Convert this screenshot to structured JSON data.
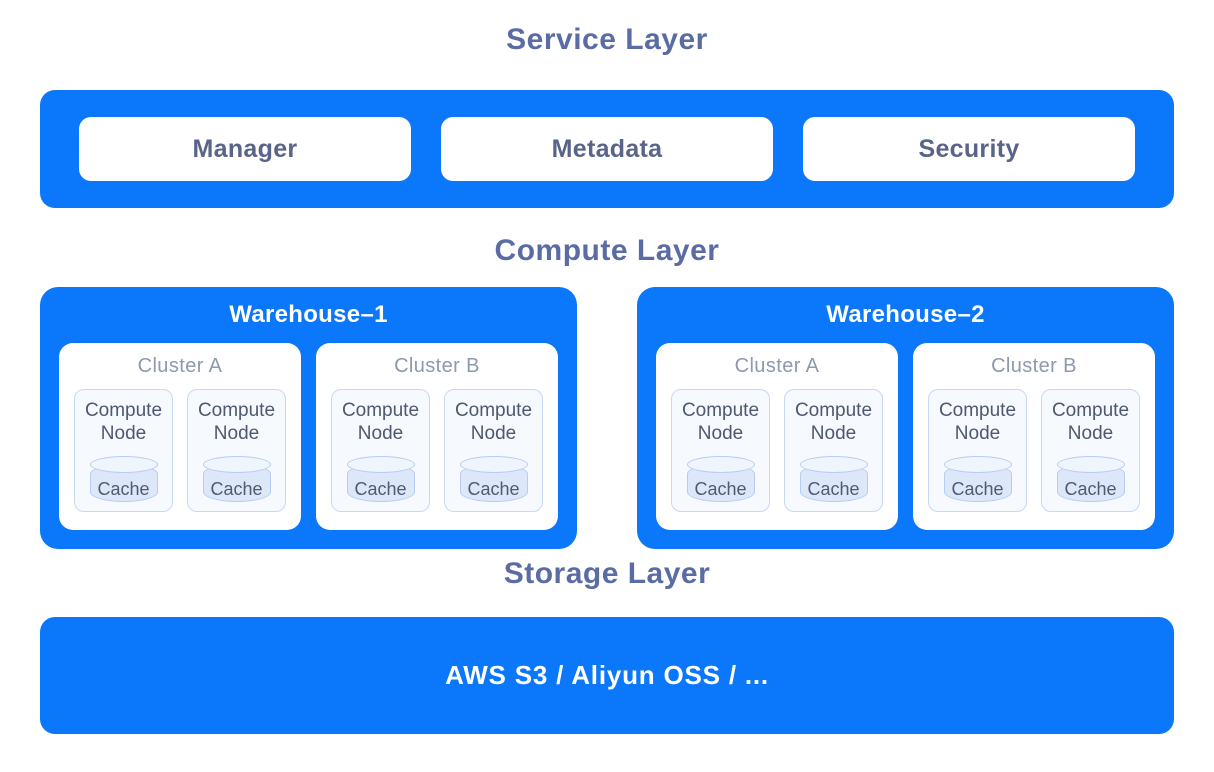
{
  "colors": {
    "primary_blue": "#0b78fb",
    "layer_title": "#5a6ca3",
    "service_item_text": "#5a6488",
    "node_background": "#f6f9fe",
    "node_border": "#c7d8f6",
    "cylinder_body": "#dce7fa",
    "cylinder_top": "#eff5fd"
  },
  "service_layer": {
    "title": "Service Layer",
    "items": [
      "Manager",
      "Metadata",
      "Security"
    ]
  },
  "compute_layer": {
    "title": "Compute Layer",
    "warehouses": [
      {
        "title": "Warehouse–1",
        "clusters": [
          {
            "title": "Cluster A",
            "nodes": [
              {
                "title": "Compute Node",
                "cache_label": "Cache"
              },
              {
                "title": "Compute Node",
                "cache_label": "Cache"
              }
            ]
          },
          {
            "title": "Cluster B",
            "nodes": [
              {
                "title": "Compute Node",
                "cache_label": "Cache"
              },
              {
                "title": "Compute Node",
                "cache_label": "Cache"
              }
            ]
          }
        ]
      },
      {
        "title": "Warehouse–2",
        "clusters": [
          {
            "title": "Cluster A",
            "nodes": [
              {
                "title": "Compute Node",
                "cache_label": "Cache"
              },
              {
                "title": "Compute Node",
                "cache_label": "Cache"
              }
            ]
          },
          {
            "title": "Cluster B",
            "nodes": [
              {
                "title": "Compute Node",
                "cache_label": "Cache"
              },
              {
                "title": "Compute Node",
                "cache_label": "Cache"
              }
            ]
          }
        ]
      }
    ]
  },
  "storage_layer": {
    "title": "Storage Layer",
    "label": "AWS S3 / Aliyun OSS / ..."
  }
}
